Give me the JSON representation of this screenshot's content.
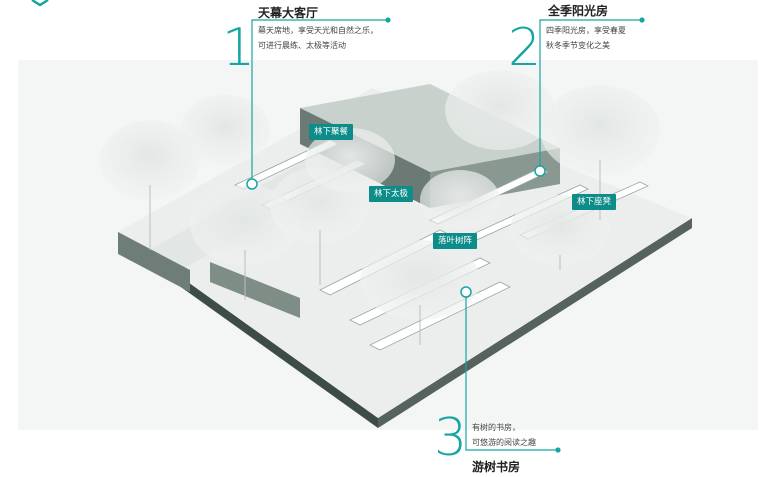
{
  "colors": {
    "accent": "#15a6a2",
    "tag_bg": "#0e8c89"
  },
  "callouts": [
    {
      "number": "1",
      "title": "天幕大客厅",
      "lines": [
        "幕天席地，享受天光和自然之乐，",
        "可进行晨练、太极等活动"
      ]
    },
    {
      "number": "2",
      "title": "全季阳光房",
      "lines": [
        "四季阳光房，享受春夏",
        "秋冬季节变化之美"
      ]
    },
    {
      "number": "3",
      "title": "游树书房",
      "lines": [
        "有树的书房，",
        "可悠游的阅读之趣"
      ]
    }
  ],
  "tags": [
    "林下聚餐",
    "林下太极",
    "林下座凳",
    "落叶树阵"
  ]
}
